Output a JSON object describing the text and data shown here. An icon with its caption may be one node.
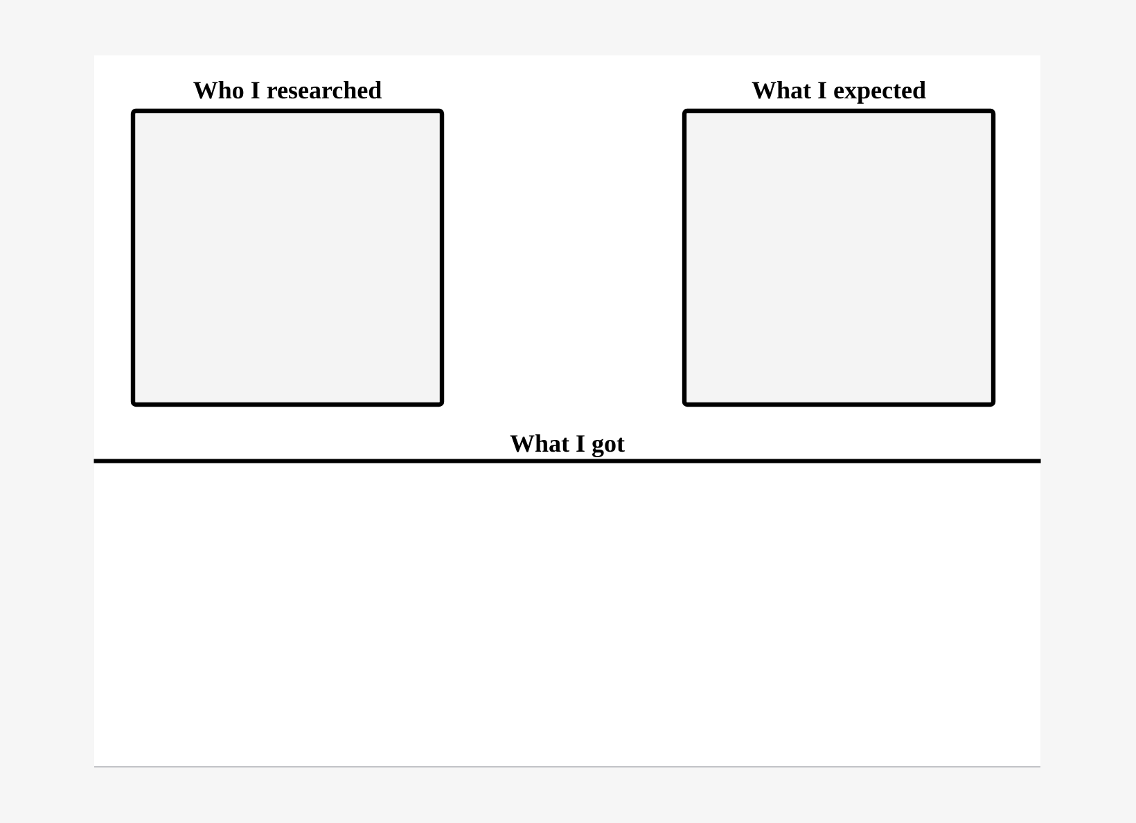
{
  "diagram": {
    "nodes": [
      {
        "text": [
          "Who I researched"
        ]
      },
      {
        "text": [
          "What I expected"
        ]
      },
      {
        "text": [
          "What I got"
        ]
      }
    ]
  }
}
